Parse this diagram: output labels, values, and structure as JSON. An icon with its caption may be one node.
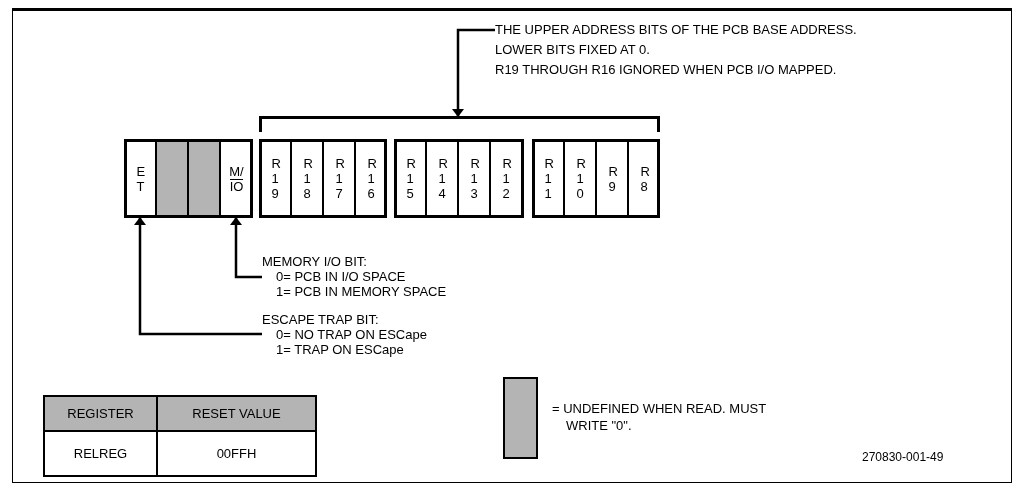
{
  "diagram": {
    "nodes": [
      {
        "text": [
          "THE UPPER ADDRESS BITS OF THE PCB BASE ADDRESS.",
          "LOWER BITS FIXED AT 0.",
          "R19 THROUGH R16 IGNORED WHEN PCB I/O MAPPED."
        ]
      },
      {
        "text": [],
        "shape": "bracket"
      },
      {
        "text": [
          "ET"
        ]
      },
      {
        "text": [],
        "shape": "box"
      },
      {
        "text": [],
        "shape": "box"
      },
      {
        "text": [
          "M/ IO"
        ]
      },
      {
        "text": [
          "R19"
        ]
      },
      {
        "text": [
          "R18"
        ]
      },
      {
        "text": [
          "R17"
        ]
      },
      {
        "text": [
          "R16"
        ]
      },
      {
        "text": [
          "R15"
        ]
      },
      {
        "text": [
          "R14"
        ]
      },
      {
        "text": [
          "R13"
        ]
      },
      {
        "text": [
          "R12"
        ]
      },
      {
        "text": [
          "R11"
        ]
      },
      {
        "text": [
          "R10"
        ]
      },
      {
        "text": [
          "R9"
        ]
      },
      {
        "text": [
          "R8"
        ]
      },
      {
        "text": [
          "MEMORY I/O BIT:",
          "0= PCB IN I/O SPACE",
          "1= PCB IN MEMORY SPACE"
        ]
      },
      {
        "text": [
          "ESCAPE TRAP BIT:",
          "0= NO TRAP ON ESCape",
          "1= TRAP ON ESCape"
        ]
      }
    ],
    "edges": [
      {
        "from": 0,
        "to": 1,
        "arrow": "to"
      },
      {
        "from": 18,
        "to": 5,
        "arrow": "to"
      },
      {
        "from": 19,
        "to": 2,
        "arrow": "to"
      }
    ],
    "labels": [
      "REGISTER",
      "RESET VALUE",
      "RELREG",
      "00FFH",
      "270830-001-49"
    ],
    "legend": [
      {
        "text": "= UNDEFINED WHEN READ. MUST WRITE \"0\".",
        "color": "#b4b4b4"
      }
    ]
  }
}
